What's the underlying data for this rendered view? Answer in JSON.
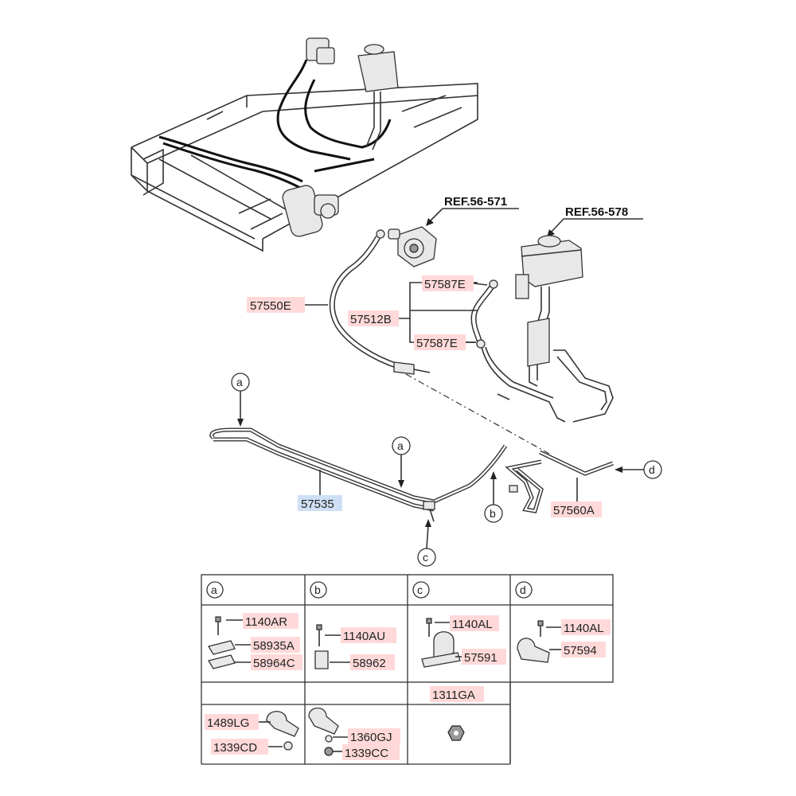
{
  "refs": {
    "ref1": "REF.56-571",
    "ref2": "REF.56-578"
  },
  "callouts": {
    "a1": "a",
    "a2": "a",
    "b": "b",
    "c": "c",
    "d": "d"
  },
  "parts": {
    "p57550E": "57550E",
    "p57512B": "57512B",
    "p57587E_top": "57587E",
    "p57587E_bot": "57587E",
    "p57535": "57535",
    "p57560A": "57560A"
  },
  "table": {
    "headers": [
      "a",
      "b",
      "c",
      "d"
    ],
    "a": [
      "1140AR",
      "58935A",
      "58964C"
    ],
    "b": [
      "1140AU",
      "58962"
    ],
    "c": [
      "1140AL",
      "57591"
    ],
    "d": [
      "1140AL",
      "57594"
    ],
    "row2_c": "1311GA",
    "row3_a": [
      "1489LG",
      "1339CD"
    ],
    "row3_b": [
      "1360GJ",
      "1339CC"
    ]
  }
}
